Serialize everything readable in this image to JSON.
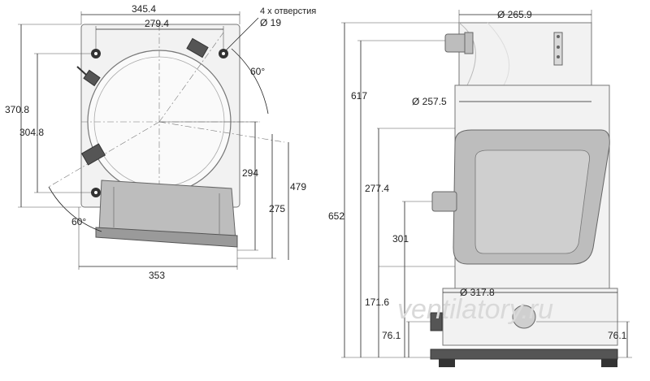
{
  "top_view": {
    "width_overall": "345.4",
    "bolt_spacing_horizontal": "279.4",
    "holes_note": "4 x отверстия",
    "hole_diameter": "Ø 19",
    "angle_top": "60°",
    "angle_bottom": "60°",
    "height_overall": "370.8",
    "bolt_spacing_vertical": "304.8",
    "bottom_width": "353",
    "dim_294": "294",
    "dim_275": "275",
    "dim_479": "479"
  },
  "side_view": {
    "top_diameter": "Ø 265.9",
    "dim_617": "617",
    "body_diameter": "Ø 257.5",
    "dim_277_4": "277.4",
    "dim_652": "652",
    "dim_301": "301",
    "base_diameter": "Ø 317.8",
    "dim_171_6": "171.6",
    "dim_76_1_left": "76.1",
    "dim_76_1_right": "76.1"
  },
  "watermark": "ventilatory.ru"
}
